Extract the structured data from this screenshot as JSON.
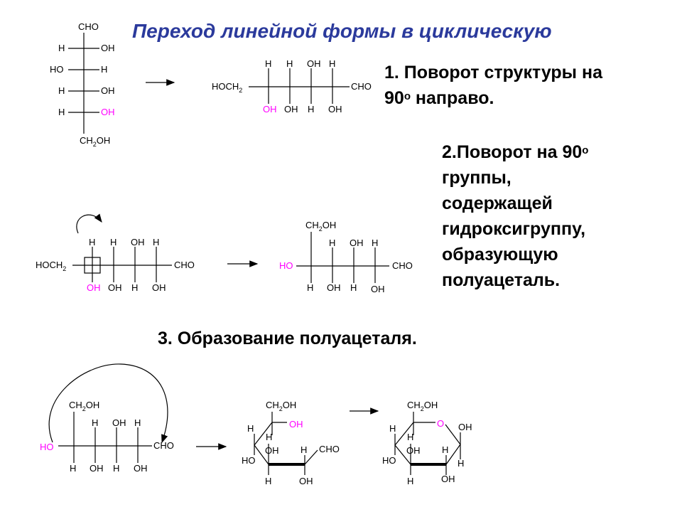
{
  "title": "Переход линейной формы в циклическую",
  "step1": {
    "line1": "1. Поворот структуры на",
    "line2_num": "90",
    "line2_sup": "o",
    "line2_rest": " направо."
  },
  "step2": {
    "line1_num": "2.Поворот на 90",
    "line1_sup": "o",
    "rest": [
      "группы,",
      "содержащей",
      "гидроксигруппу,",
      "образующую",
      "полуацеталь."
    ]
  },
  "step3": "3. Образование полуацеталя.",
  "labels": {
    "CHO": "CHO",
    "H": "H",
    "OH": "OH",
    "HO": "HO",
    "O": "O",
    "CH2OH_a": "CH",
    "CH2OH_sub": "2",
    "CH2OH_b": "OH",
    "HOCH2_a": "HOCH",
    "HOCH2_sub": "2"
  },
  "colors": {
    "title": "#2b3a9c",
    "highlight": "#ff00ff",
    "text": "#000000"
  }
}
